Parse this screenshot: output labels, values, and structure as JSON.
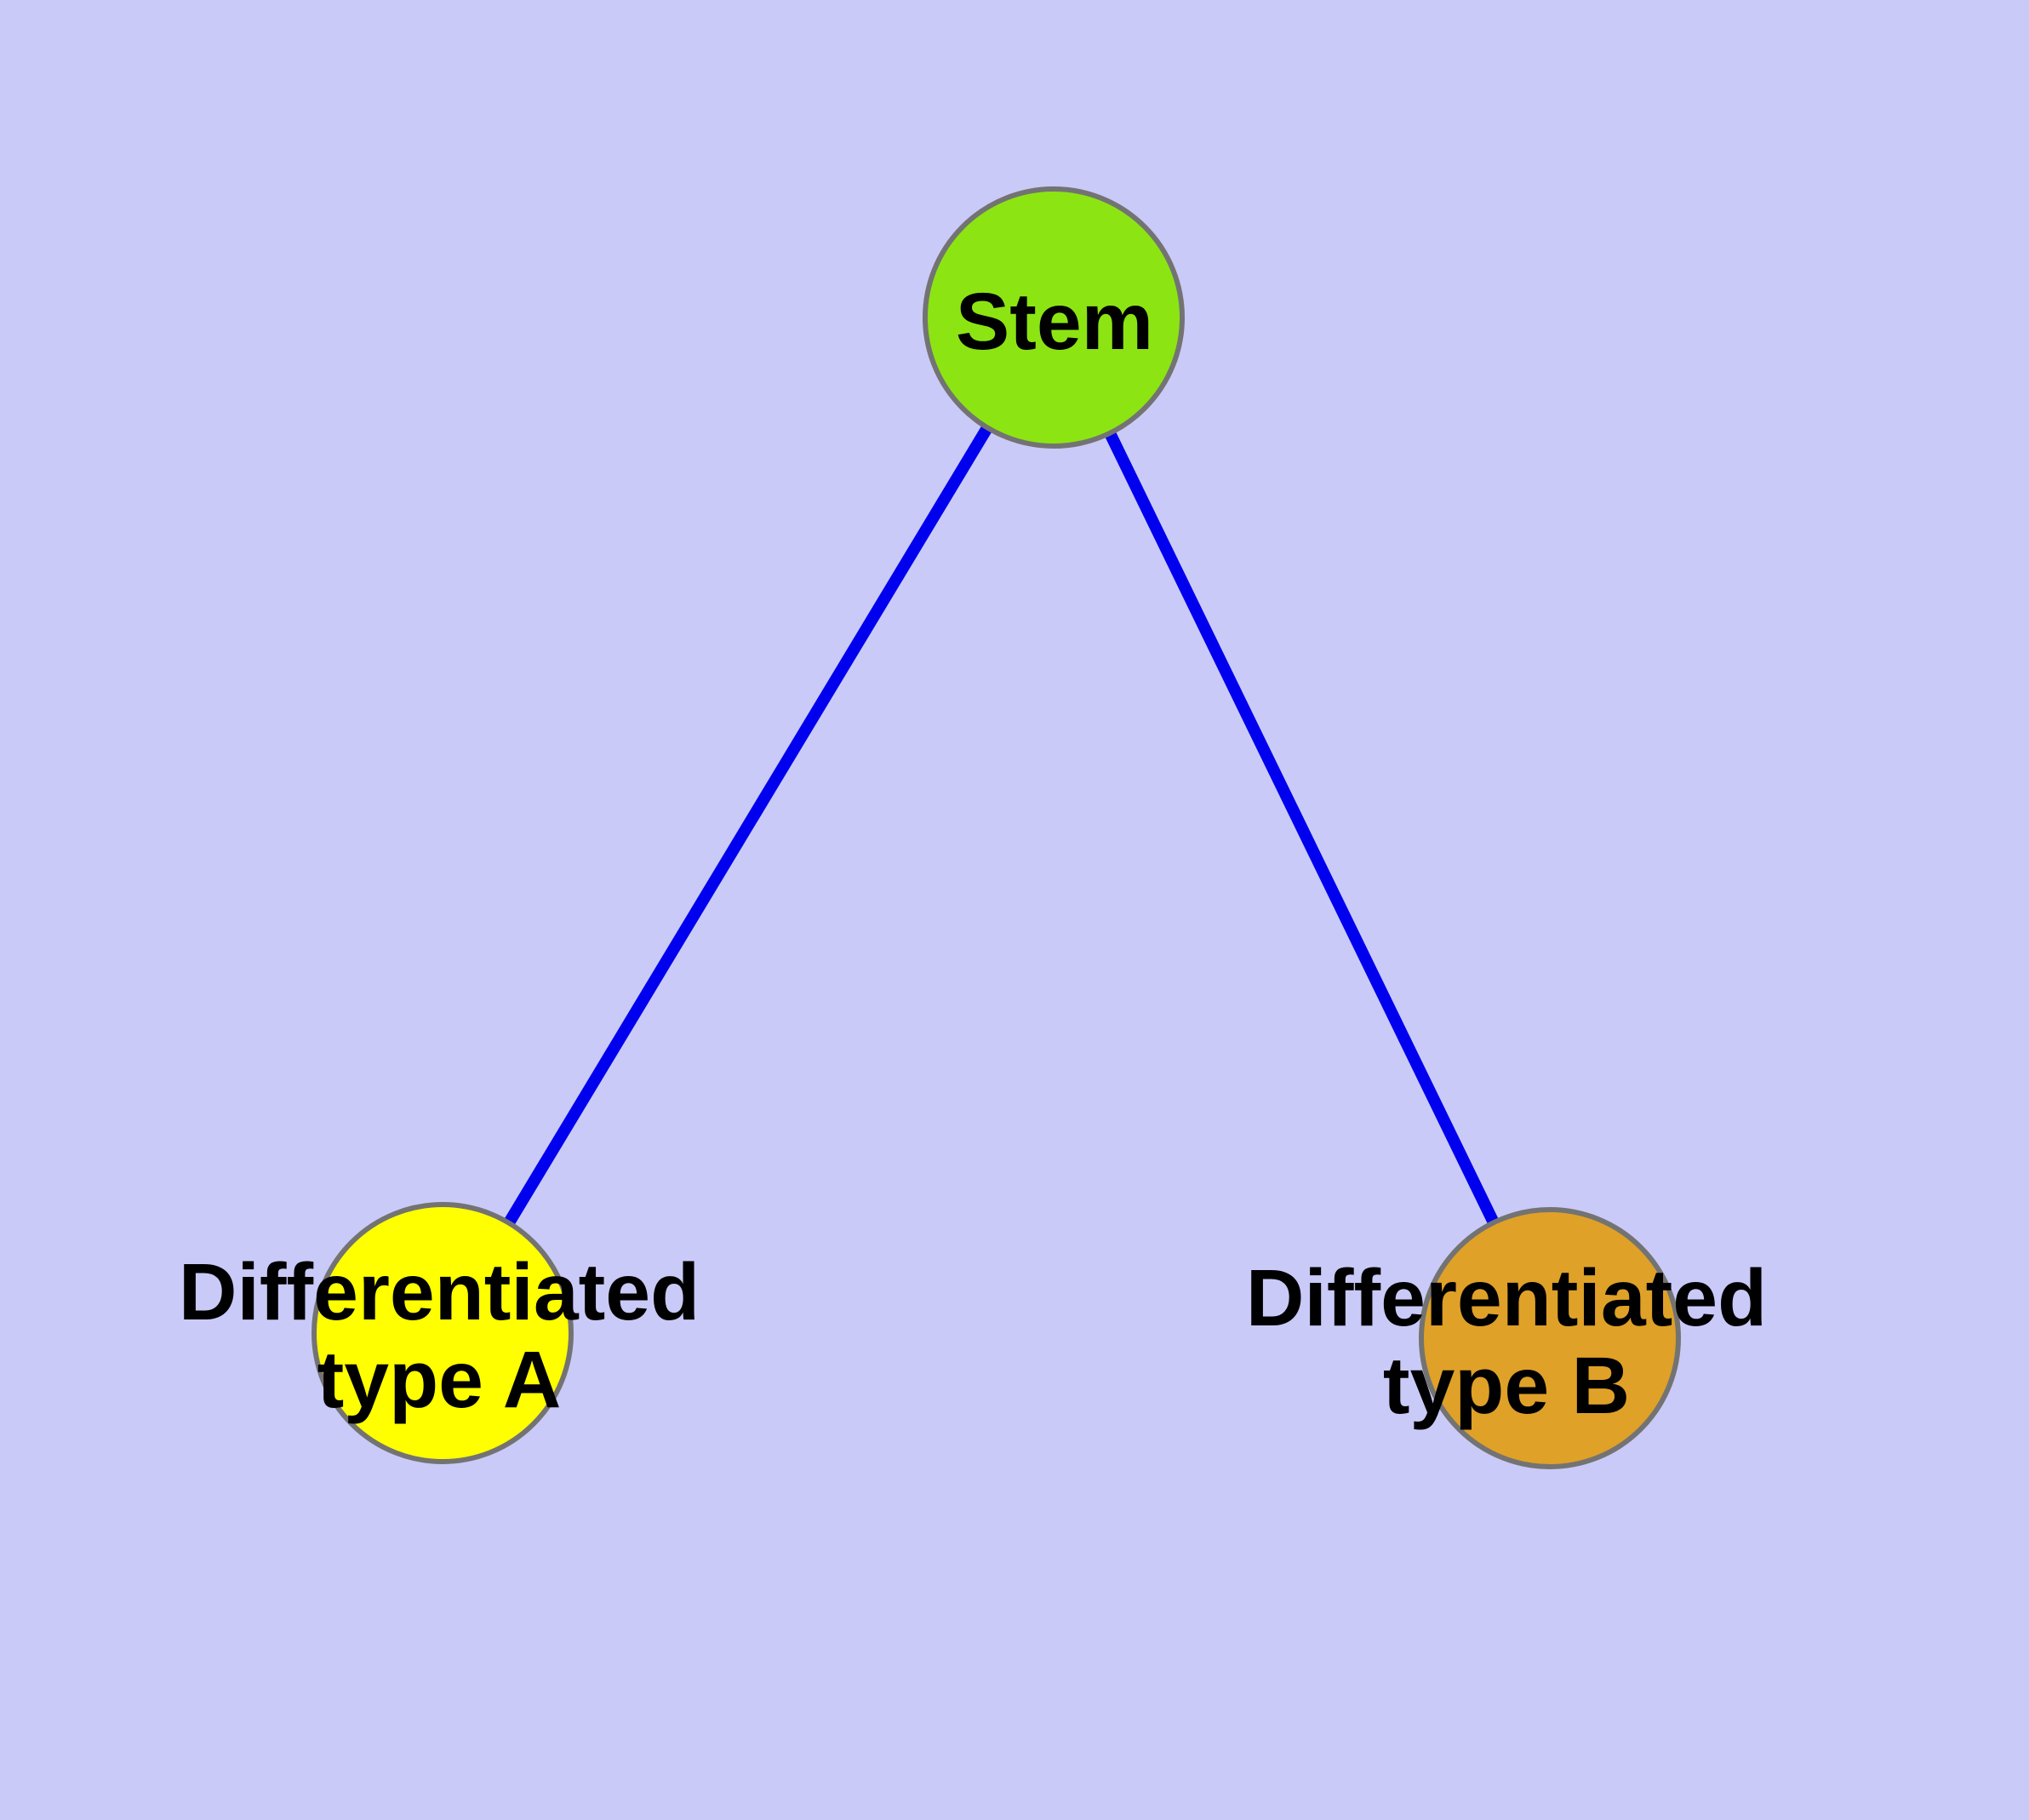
{
  "figure": {
    "type": "graph-diagram",
    "background_color": "#CACAF8",
    "edge_color": "#0000EE",
    "node_border_color": "#737373",
    "label_color": "#000000",
    "nodes": [
      {
        "id": "stem",
        "label": "Stem",
        "line1": "Stem",
        "line2": "",
        "fill": "#8CE512"
      },
      {
        "id": "differentiated-type-a",
        "label": "Differentiated type A",
        "line1": "Differentiated",
        "line2": "type A",
        "fill": "#FFFF00"
      },
      {
        "id": "differentiated-type-b",
        "label": "Differentiated type B",
        "line1": "Differentiated",
        "line2": "type B",
        "fill": "#DFA128"
      }
    ],
    "edges": [
      {
        "from": "Stem",
        "to": "Differentiated type A"
      },
      {
        "from": "Stem",
        "to": "Differentiated type B"
      }
    ]
  }
}
